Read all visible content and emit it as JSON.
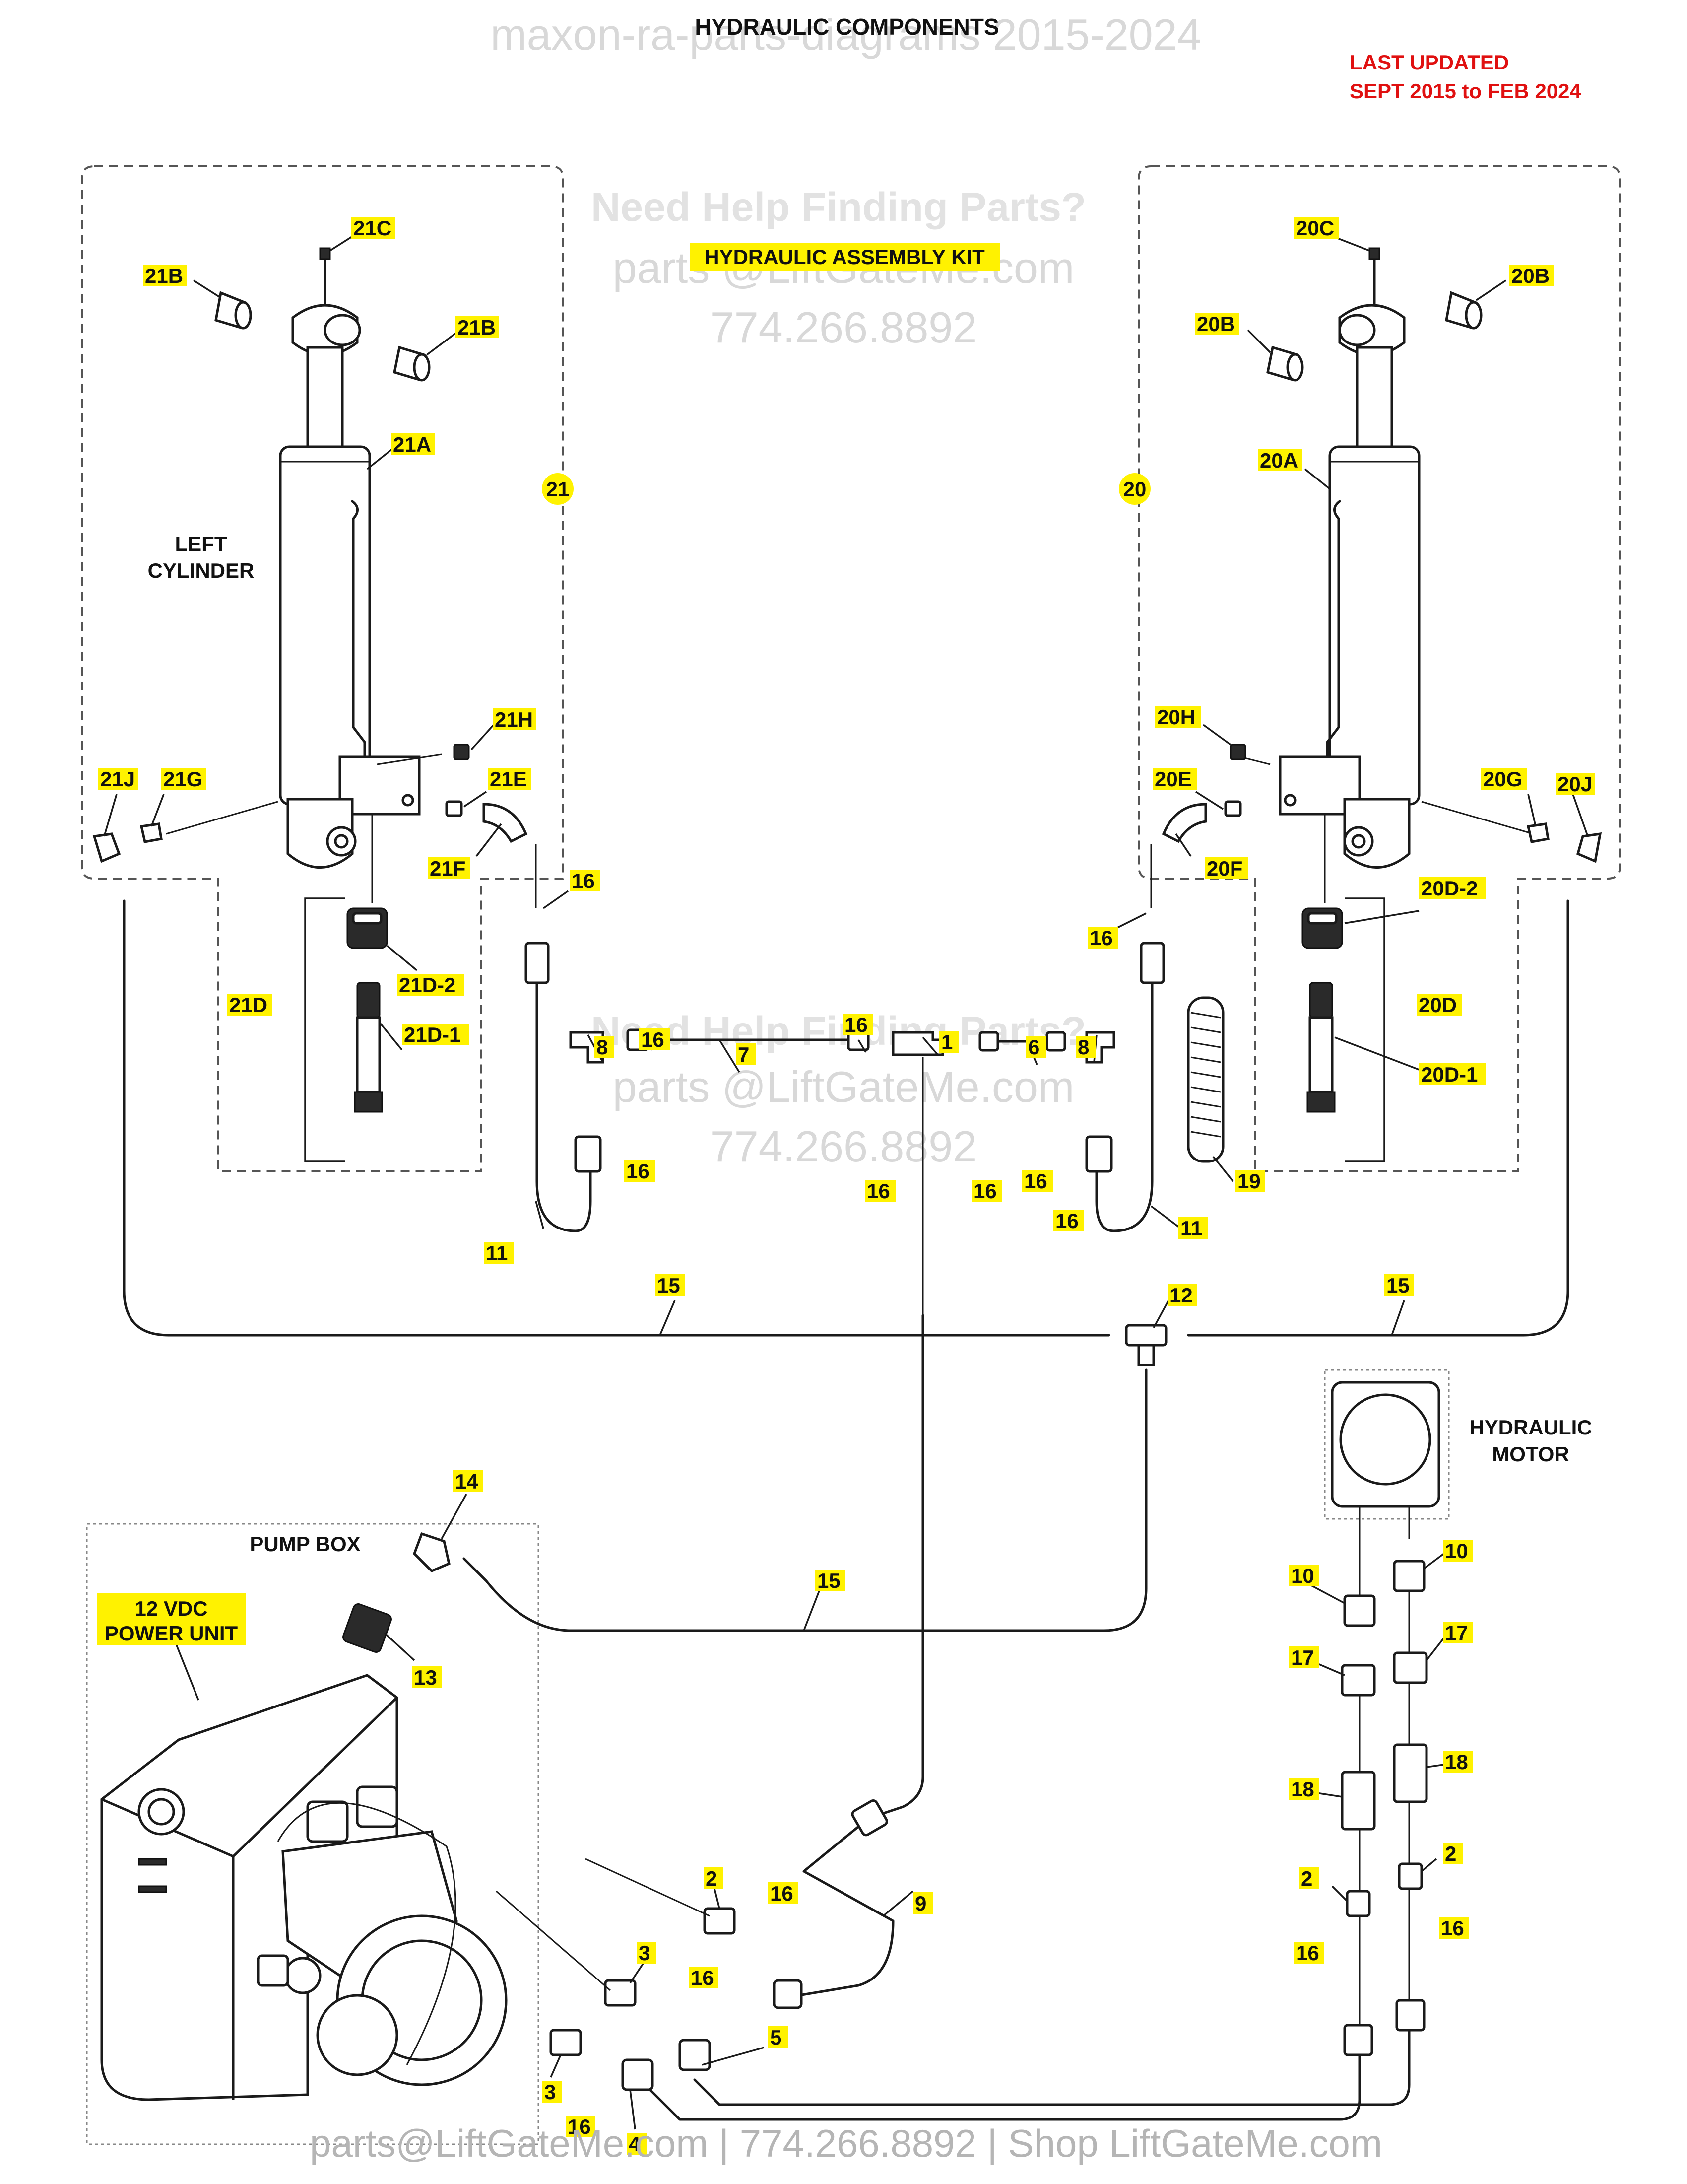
{
  "header": {
    "title": "HYDRAULIC COMPONENTS",
    "watermark_top": "maxon-ra-parts-diagrams 2015-2024",
    "last_updated_line1": "LAST UPDATED",
    "last_updated_line2": "SEPT 2015 to FEB 2024"
  },
  "watermarks": {
    "help_heading": "Need Help Finding Parts?",
    "help_email": "parts @LiftGateMe.com",
    "help_phone": "774.266.8892"
  },
  "section_labels": {
    "kit": "HYDRAULIC ASSEMBLY KIT",
    "left_cyl_1": "LEFT",
    "left_cyl_2": "CYLINDER",
    "motor_1": "HYDRAULIC",
    "motor_2": "MOTOR",
    "pump_box": "PUMP BOX",
    "power_1": "12 VDC",
    "power_2": "POWER UNIT"
  },
  "callouts": {
    "c21C": "21C",
    "c21B": "21B",
    "c21A": "21A",
    "c21": "21",
    "c21H": "21H",
    "c21E": "21E",
    "c21J": "21J",
    "c21G": "21G",
    "c21F": "21F",
    "c21D": "21D",
    "c21D2": "21D-2",
    "c21D1": "21D-1",
    "c20C": "20C",
    "c20B": "20B",
    "c20A": "20A",
    "c20": "20",
    "c20H": "20H",
    "c20E": "20E",
    "c20G": "20G",
    "c20J": "20J",
    "c20F": "20F",
    "c20D": "20D",
    "c20D2": "20D-2",
    "c20D1": "20D-1",
    "c1": "1",
    "c2": "2",
    "c3": "3",
    "c4": "4",
    "c5": "5",
    "c6": "6",
    "c7": "7",
    "c8": "8",
    "c9": "9",
    "c10": "10",
    "c11": "11",
    "c12": "12",
    "c13": "13",
    "c14": "14",
    "c15": "15",
    "c16": "16",
    "c17": "17",
    "c18": "18",
    "c19": "19"
  },
  "footer": {
    "text": "parts@LiftGateMe.com | 774.266.8892 | Shop LiftGateMe.com"
  }
}
